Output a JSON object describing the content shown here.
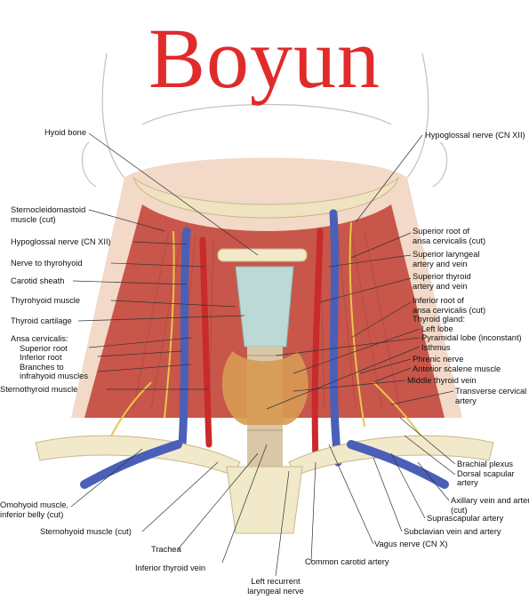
{
  "title": "Boyun",
  "labels_left": [
    {
      "key": "hyoid",
      "lines": [
        "Hyoid bone"
      ]
    },
    {
      "key": "scm",
      "lines": [
        "Sternocleidomastoid",
        "muscle (cut)"
      ]
    },
    {
      "key": "cn12l",
      "lines": [
        "Hypoglossal nerve (CN XII)"
      ]
    },
    {
      "key": "thyrohyoid_n",
      "lines": [
        "Nerve to thyrohyoid"
      ]
    },
    {
      "key": "carotid_sheath",
      "lines": [
        "Carotid sheath"
      ]
    },
    {
      "key": "thyrohyoid_m",
      "lines": [
        "Thyrohyoid muscle"
      ]
    },
    {
      "key": "thyroid_cart",
      "lines": [
        "Thyroid cartilage"
      ]
    },
    {
      "key": "ansa",
      "lines": [
        "Ansa cervicalis:",
        "Superior root",
        "Inferior root",
        "Branches to",
        "infrahyoid muscles"
      ]
    },
    {
      "key": "sternothyroid",
      "lines": [
        "Sternothyroid muscle"
      ]
    },
    {
      "key": "omohyoid",
      "lines": [
        "Omohyoid muscle,",
        "inferior belly (cut)"
      ]
    }
  ],
  "labels_right": [
    {
      "key": "cn12r",
      "lines": [
        "Hypoglossal nerve (CN XII)"
      ]
    },
    {
      "key": "sup_root",
      "lines": [
        "Superior root of",
        "ansa cervicalis (cut)"
      ]
    },
    {
      "key": "sup_lar",
      "lines": [
        "Superior laryngeal",
        "artery and vein"
      ]
    },
    {
      "key": "sup_thy",
      "lines": [
        "Superior thyroid",
        "artery and vein"
      ]
    },
    {
      "key": "inf_root",
      "lines": [
        "Inferior root of",
        "ansa cervicalis (cut)"
      ]
    },
    {
      "key": "thy_gland",
      "lines": [
        "Thyroid gland:",
        "Left lobe",
        "Pyramidal lobe (inconstant)",
        "Isthmus"
      ]
    },
    {
      "key": "phrenic",
      "lines": [
        "Phrenic nerve",
        "Anterior scalene muscle"
      ]
    },
    {
      "key": "mid_thy",
      "lines": [
        "Middle thyroid vein"
      ]
    },
    {
      "key": "trans_cerv",
      "lines": [
        "Transverse cervical",
        "artery"
      ]
    },
    {
      "key": "brachial",
      "lines": [
        "Brachial plexus",
        "Dorsal scapular",
        "artery"
      ]
    },
    {
      "key": "axillary",
      "lines": [
        "Axillary vein and artery",
        "(cut)"
      ]
    },
    {
      "key": "suprascap",
      "lines": [
        "Suprascapular artery"
      ]
    },
    {
      "key": "subclavian",
      "lines": [
        "Subclavian vein and artery"
      ]
    }
  ],
  "labels_bottom": [
    {
      "key": "sternohyoid",
      "lines": [
        "Sternohyoid muscle (cut)"
      ]
    },
    {
      "key": "trachea",
      "lines": [
        "Trachea"
      ]
    },
    {
      "key": "inf_thy_vein",
      "lines": [
        "Inferior thyroid vein"
      ]
    },
    {
      "key": "left_recurrent",
      "lines": [
        "Left recurrent",
        "laryngeal nerve"
      ]
    },
    {
      "key": "common_carotid",
      "lines": [
        "Common carotid artery"
      ]
    },
    {
      "key": "vagus",
      "lines": [
        "Vagus nerve (CN X)"
      ]
    }
  ],
  "colors": {
    "title": "#e02b2b",
    "muscle": "#c8564a",
    "vein": "#4a5fb8",
    "artery": "#c92a2a",
    "nerve": "#e8c64a",
    "gland": "#d79a52",
    "bone": "#f1e9c9",
    "cartilage": "#bcd9d6"
  }
}
